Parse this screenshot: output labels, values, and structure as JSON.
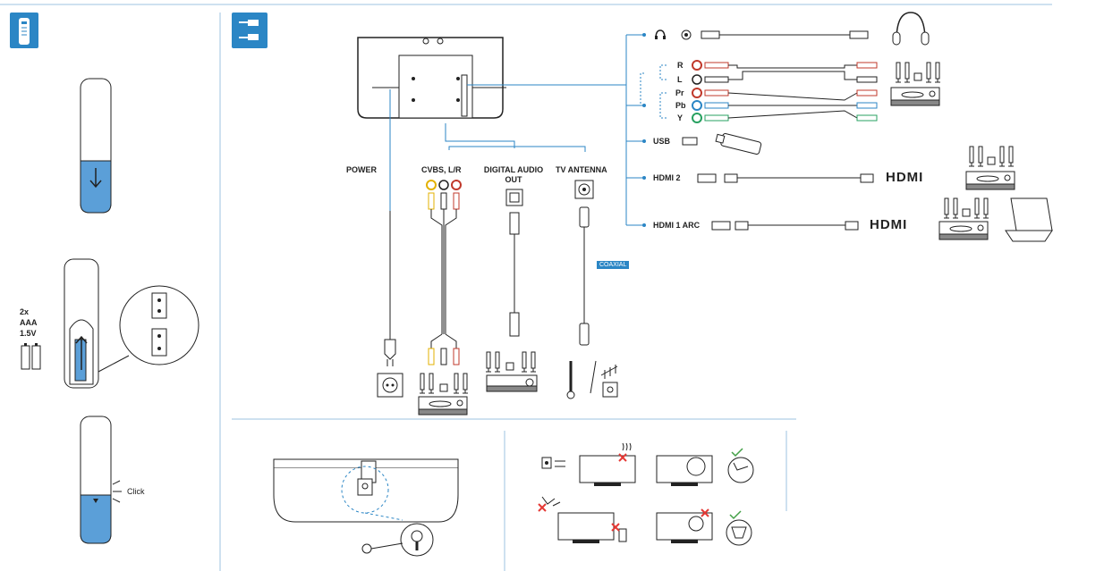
{
  "colors": {
    "accent": "#2b86c5",
    "blue_fill": "#5b9fd8",
    "line": "#222222",
    "divider": "#9cc3e0"
  },
  "icons": {
    "remote_section": "remote-icon",
    "connect_section": "cable-icon"
  },
  "battery": {
    "count": "2x",
    "type": "AAA",
    "voltage": "1.5V"
  },
  "click_label": "Click",
  "tv_ports": {
    "power": "POWER",
    "cvbs": "CVBS, L/R",
    "digital_audio_1": "DIGITAL AUDIO",
    "digital_audio_2": "OUT",
    "tv_antenna": "TV ANTENNA",
    "coaxial": "COAXIAL"
  },
  "side_ports": {
    "r": "R",
    "l": "L",
    "pr": "Pr",
    "pb": "Pb",
    "y": "Y",
    "usb": "USB",
    "hdmi2": "HDMI 2",
    "hdmi1": "HDMI 1 ARC"
  },
  "hdmi_logo": "HDMI"
}
